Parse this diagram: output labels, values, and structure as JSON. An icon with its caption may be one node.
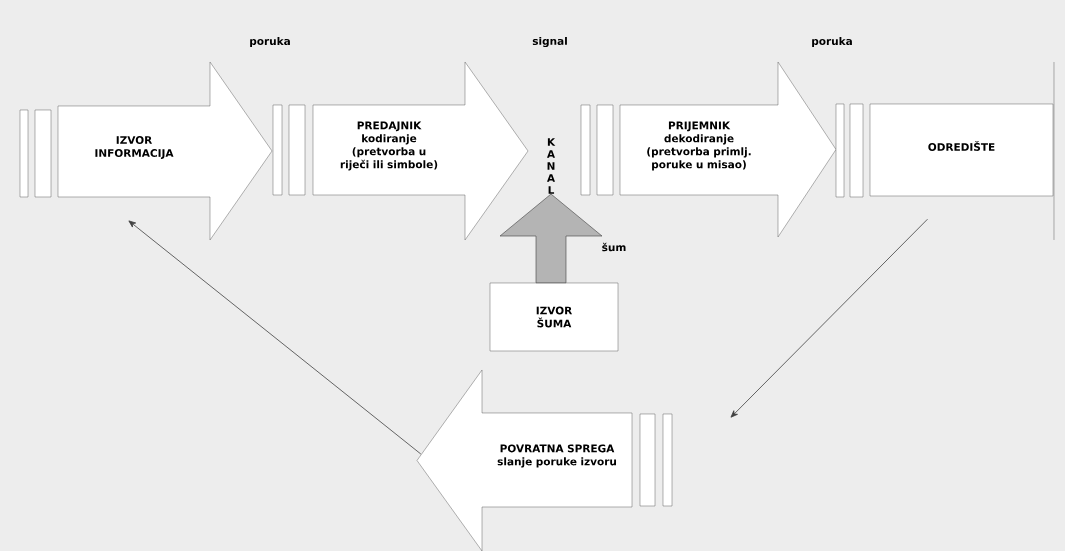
{
  "diagram": {
    "nodes": [
      {
        "text": [
          "IZVOR INFORMACIJA"
        ]
      },
      {
        "text": [
          "PREDAJNIK",
          "kodiranje (pretvorba u riječi ili simbole)"
        ]
      },
      {
        "text": [
          "K",
          "A",
          "N",
          "A",
          "L"
        ]
      },
      {
        "text": [
          "PRIJEMNIK",
          "dekodiranje (pretvorba primlj. poruke u misao)"
        ]
      },
      {
        "text": [
          "ODREDIŠTE"
        ]
      },
      {
        "text": [
          "IZVOR ŠUMA"
        ]
      },
      {
        "text": [
          "POVRATNA SPREGA",
          "slanje poruke izvoru"
        ]
      }
    ],
    "edges": [
      {
        "from": 5,
        "to": 2,
        "arrow": "to",
        "label": "šum",
        "style": "thick",
        "color": "#b4b4b4"
      },
      {
        "from": 4,
        "to": 6,
        "arrow": "to"
      },
      {
        "from": 6,
        "to": 0,
        "arrow": "to"
      }
    ],
    "labels": [
      "poruka",
      "signal",
      "poruka"
    ]
  }
}
